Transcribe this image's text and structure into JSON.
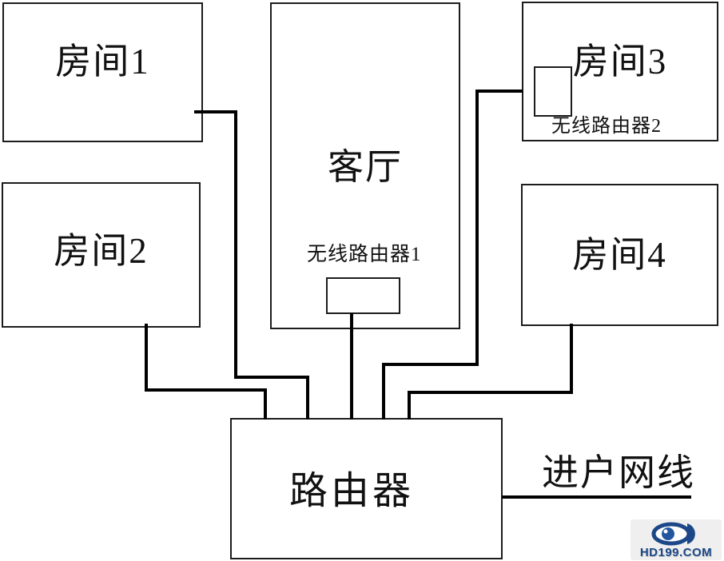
{
  "diagram": {
    "room1_label": "房间1",
    "room2_label": "房间2",
    "room3_label": "房间3",
    "room4_label": "房间4",
    "living_room_label": "客厅",
    "router_label": "路由器",
    "wireless_router1_label": "无线路由器1",
    "wireless_router2_label": "无线路由器2",
    "incoming_cable_label": "进户网线",
    "connections": [
      {
        "from": "房间1",
        "to": "路由器"
      },
      {
        "from": "房间2",
        "to": "路由器"
      },
      {
        "from": "无线路由器1 (客厅)",
        "to": "路由器"
      },
      {
        "from": "无线路由器2 (房间3)",
        "to": "路由器"
      },
      {
        "from": "房间4",
        "to": "路由器"
      },
      {
        "from": "进户网线",
        "to": "路由器"
      }
    ],
    "colors": {
      "line": "#000000",
      "box_border": "#1c1c1c",
      "background": "#ffffff"
    }
  },
  "watermark": {
    "text": "HD199.COM",
    "logo": "eye-icon",
    "color": "#1c4788",
    "background": "#efefef"
  }
}
